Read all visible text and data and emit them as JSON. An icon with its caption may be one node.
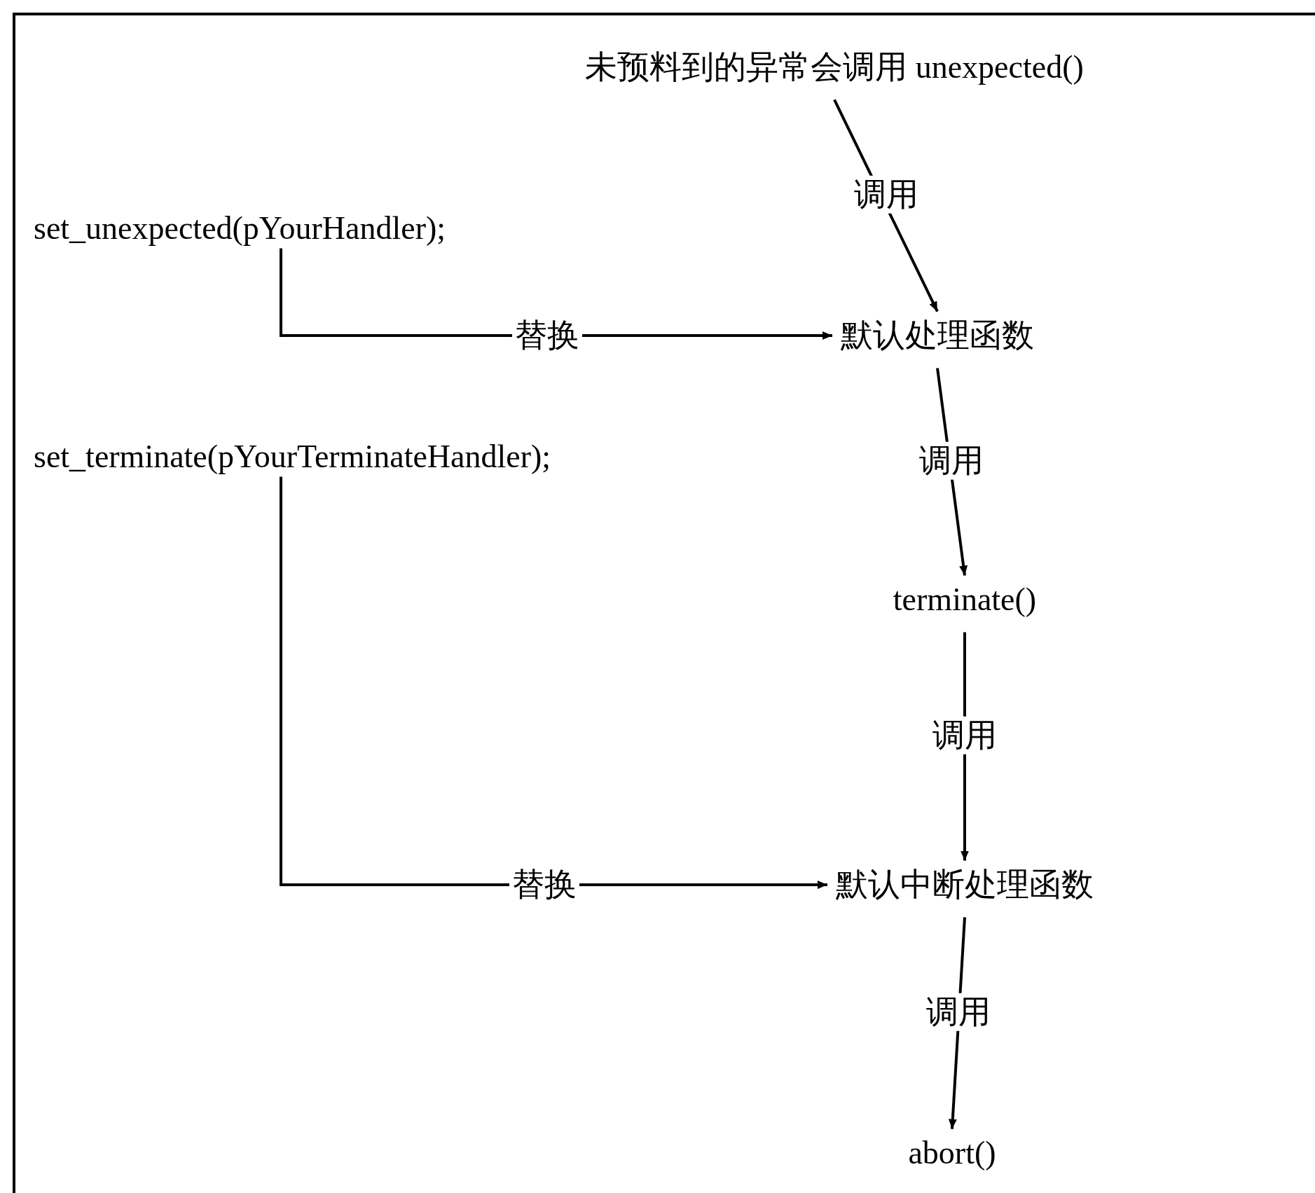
{
  "diagram": {
    "nodes": [
      {
        "text": [
          "未预料到的异常会调用 unexpected()"
        ]
      },
      {
        "text": [
          "set_unexpected(pYourHandler);"
        ]
      },
      {
        "text": [
          "默认处理函数"
        ]
      },
      {
        "text": [
          "set_terminate(pYourTerminateHandler);"
        ]
      },
      {
        "text": [
          "terminate()"
        ]
      },
      {
        "text": [
          "默认中断处理函数"
        ]
      },
      {
        "text": [
          "abort()"
        ]
      }
    ],
    "edges": [
      {
        "from": 0,
        "to": 2,
        "arrow": "to",
        "label": "调用"
      },
      {
        "from": 1,
        "to": 2,
        "arrow": "to",
        "label": "替换"
      },
      {
        "from": 2,
        "to": 4,
        "arrow": "to",
        "label": "调用"
      },
      {
        "from": 3,
        "to": 5,
        "arrow": "to",
        "label": "替换"
      },
      {
        "from": 4,
        "to": 5,
        "arrow": "to",
        "label": "调用"
      },
      {
        "from": 5,
        "to": 6,
        "arrow": "to",
        "label": "调用"
      }
    ]
  }
}
